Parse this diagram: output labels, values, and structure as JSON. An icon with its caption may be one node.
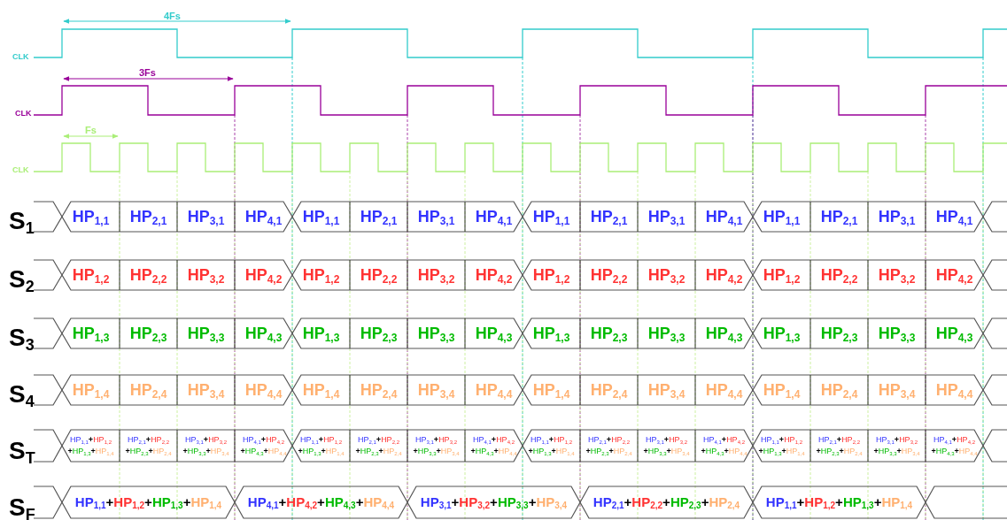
{
  "diagram": {
    "nodes": [
      {
        "text": [
          "HP$_{1,1}$"
        ]
      },
      {
        "text": [
          "HP$_{2,1}$"
        ]
      },
      {
        "text": [
          "HP$_{3,1}$"
        ]
      },
      {
        "text": [
          "HP$_{4,1}$"
        ]
      },
      {
        "text": [
          "HP$_{1,1}$"
        ]
      },
      {
        "text": [
          "HP$_{2,1}$"
        ]
      },
      {
        "text": [
          "HP$_{3,1}$"
        ]
      },
      {
        "text": [
          "HP$_{4,1}$"
        ]
      },
      {
        "text": [
          "HP$_{1,1}$"
        ]
      },
      {
        "text": [
          "HP$_{2,1}$"
        ]
      },
      {
        "text": [
          "HP$_{3,1}$"
        ]
      },
      {
        "text": [
          "HP$_{4,1}$"
        ]
      },
      {
        "text": [
          "HP$_{1,1}$"
        ]
      },
      {
        "text": [
          "HP$_{2,1}$"
        ]
      },
      {
        "text": [
          "HP$_{3,1}$"
        ]
      },
      {
        "text": [
          "HP$_{4,1}$"
        ]
      },
      {
        "text": [
          "HP$_{1,2}$"
        ]
      },
      {
        "text": [
          "HP$_{2,2}$"
        ]
      },
      {
        "text": [
          "HP$_{3,2}$"
        ]
      },
      {
        "text": [
          "HP$_{4,2}$"
        ]
      },
      {
        "text": [
          "HP$_{1,2}$"
        ]
      },
      {
        "text": [
          "HP$_{2,2}$"
        ]
      },
      {
        "text": [
          "HP$_{3,2}$"
        ]
      },
      {
        "text": [
          "HP$_{4,2}$"
        ]
      },
      {
        "text": [
          "HP$_{1,2}$"
        ]
      },
      {
        "text": [
          "HP$_{2,2}$"
        ]
      },
      {
        "text": [
          "HP$_{3,2}$"
        ]
      },
      {
        "text": [
          "HP$_{4,2}$"
        ]
      },
      {
        "text": [
          "HP$_{1,2}$"
        ]
      },
      {
        "text": [
          "HP$_{2,2}$"
        ]
      },
      {
        "text": [
          "HP$_{3,2}$"
        ]
      },
      {
        "text": [
          "HP$_{4,2}$"
        ]
      },
      {
        "text": [
          "HP$_{1,3}$"
        ]
      },
      {
        "text": [
          "HP$_{2,3}$"
        ]
      },
      {
        "text": [
          "HP$_{3,3}$"
        ]
      },
      {
        "text": [
          "HP$_{4,3}$"
        ]
      },
      {
        "text": [
          "HP$_{1,3}$"
        ]
      },
      {
        "text": [
          "HP$_{2,3}$"
        ]
      },
      {
        "text": [
          "HP$_{3,3}$"
        ]
      },
      {
        "text": [
          "HP$_{4,3}$"
        ]
      },
      {
        "text": [
          "HP$_{1,3}$"
        ]
      },
      {
        "text": [
          "HP$_{2,3}$"
        ]
      },
      {
        "text": [
          "HP$_{3,3}$"
        ]
      },
      {
        "text": [
          "HP$_{4,3}$"
        ]
      },
      {
        "text": [
          "HP$_{1,3}$"
        ]
      },
      {
        "text": [
          "HP$_{2,3}$"
        ]
      },
      {
        "text": [
          "HP$_{3,3}$"
        ]
      },
      {
        "text": [
          "HP$_{4,3}$"
        ]
      },
      {
        "text": [
          "HP$_{1,4}$"
        ]
      },
      {
        "text": [
          "HP$_{2,4}$"
        ]
      },
      {
        "text": [
          "HP$_{3,4}$"
        ]
      },
      {
        "text": [
          "HP$_{4,4}$"
        ]
      },
      {
        "text": [
          "HP$_{1,4}$"
        ]
      },
      {
        "text": [
          "HP$_{2,4}$"
        ]
      },
      {
        "text": [
          "HP$_{3,4}$"
        ]
      },
      {
        "text": [
          "HP$_{4,4}$"
        ]
      },
      {
        "text": [
          "HP$_{1,4}$"
        ]
      },
      {
        "text": [
          "HP$_{2,4}$"
        ]
      },
      {
        "text": [
          "HP$_{3,4}$"
        ]
      },
      {
        "text": [
          "HP$_{4,4}$"
        ]
      },
      {
        "text": [
          "HP$_{1,4}$"
        ]
      },
      {
        "text": [
          "HP$_{2,4}$"
        ]
      },
      {
        "text": [
          "HP$_{3,4}$"
        ]
      },
      {
        "text": [
          "HP$_{4,4}$"
        ]
      },
      {
        "text": [
          "HP$_{1,1}$+HP$_{1,2}$ +HP$_{1,3}$+HP$_{1,4}$"
        ]
      },
      {
        "text": [
          "HP$_{2,1}$+HP$_{2,2}$ +HP$_{2,3}$+HP$_{2,4}$"
        ]
      },
      {
        "text": [
          "HP$_{3,1}$+HP$_{3,2}$ +HP$_{3,3}$+HP$_{3,4}$"
        ]
      },
      {
        "text": [
          "HP$_{4,1}$+HP$_{4,2}$ +HP$_{4,3}$+HP$_{4,4}$"
        ]
      },
      {
        "text": [
          "HP$_{1,1}$+HP$_{1,2}$ +HP$_{1,3}$+HP$_{1,4}$"
        ]
      },
      {
        "text": [
          "HP$_{2,1}$+HP$_{2,2}$ +HP$_{2,3}$+HP$_{2,4}$"
        ]
      },
      {
        "text": [
          "HP$_{3,1}$+HP$_{3,2}$ +HP$_{3,3}$+HP$_{3,4}$"
        ]
      },
      {
        "text": [
          "HP$_{4,1}$+HP$_{4,2}$ +HP$_{4,3}$+HP$_{4,4}$"
        ]
      },
      {
        "text": [
          "HP$_{1,1}$+HP$_{1,2}$ +HP$_{1,3}$+HP$_{1,4}$"
        ]
      },
      {
        "text": [
          "HP$_{2,1}$+HP$_{2,2}$ +HP$_{2,3}$+HP$_{2,4}$"
        ]
      },
      {
        "text": [
          "HP$_{3,1}$+HP$_{3,2}$ +HP$_{3,3}$+HP$_{3,4}$"
        ]
      },
      {
        "text": [
          "HP$_{4,1}$+HP$_{4,2}$ +HP$_{4,3}$+HP$_{4,4}$"
        ]
      },
      {
        "text": [
          "HP$_{1,1}$+HP$_{1,2}$ +HP$_{1,3}$+HP$_{1,4}$"
        ]
      },
      {
        "text": [
          "HP$_{2,1}$+HP$_{2,2}$ +HP$_{2,3}$+HP$_{2,4}$"
        ]
      },
      {
        "text": [
          "HP$_{3,1}$+HP$_{3,2}$ +HP$_{3,3}$+HP$_{3,4}$"
        ]
      },
      {
        "text": [
          "HP$_{4,1}$+HP$_{4,2}$ +HP$_{4,3}$+HP$_{4,4}$"
        ]
      },
      {
        "text": [
          "HP$_{1,1}$+HP$_{1,2}$+HP$_{1,3}$+HP$_{1,4}$"
        ]
      },
      {
        "text": [
          "HP$_{4,1}$+HP$_{4,2}$+HP$_{4,3}$+HP$_{4,4}$"
        ]
      },
      {
        "text": [
          "HP$_{3,1}$+HP$_{3,2}$+HP$_{3,3}$+HP$_{3,4}$"
        ]
      },
      {
        "text": [
          "HP$_{2,1}$+HP$_{2,2}$+HP$_{2,3}$+HP$_{2,4}$"
        ]
      },
      {
        "text": [
          "HP$_{1,1}$+HP$_{1,2}$+HP$_{1,3}$+HP$_{1,4}$"
        ]
      }
    ],
    "edges": [],
    "labels": [
      "4Fs",
      "CLK",
      "3Fs",
      "CLK",
      "Fs",
      "CLK",
      "S$_{1}$",
      "S$_{2}$",
      "S$_{3}$",
      "S$_{4}$",
      "S$_{T}$",
      "S$_{F}$"
    ]
  }
}
